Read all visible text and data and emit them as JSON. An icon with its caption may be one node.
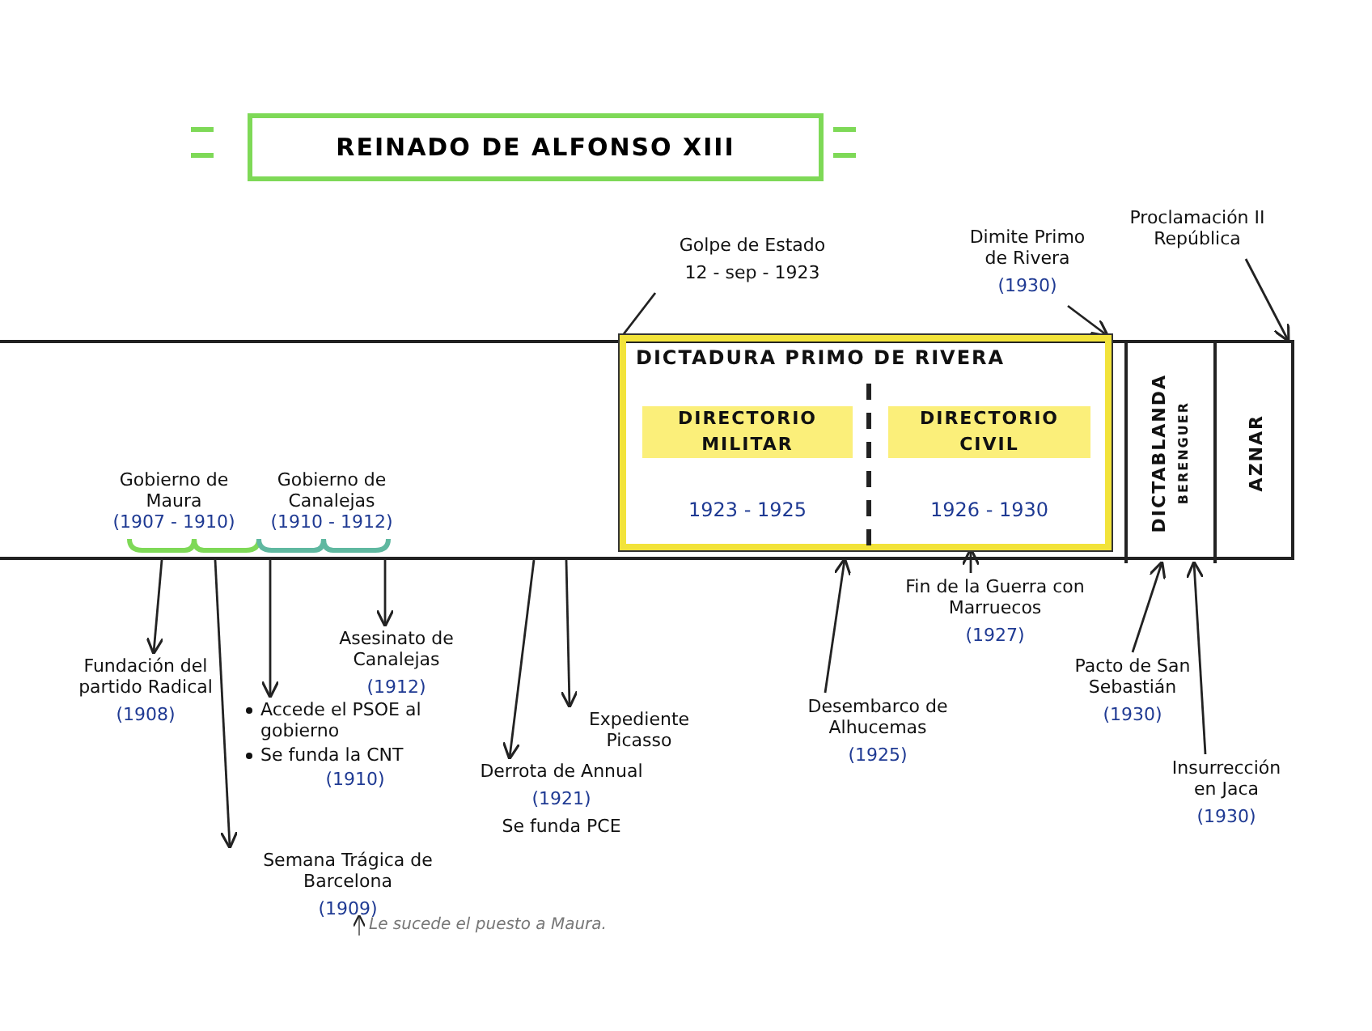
{
  "diagram": {
    "title": "REINADO DE ALFONSO XIII",
    "nodes": [
      {
        "text": [],
        "shape": "bar"
      },
      {
        "text": [
          "DICTADURA PRIMO DE RIVERA"
        ],
        "in": 0
      },
      {
        "text": [
          "DIRECTORIO MILITAR",
          "1923 - 1925"
        ],
        "in": 1
      },
      {
        "text": [
          "DIRECTORIO CIVIL",
          "1926 - 1930"
        ],
        "in": 1
      },
      {
        "text": [
          "DICTABLANDA",
          "BERENGUER"
        ],
        "in": 0
      },
      {
        "text": [
          "AZNAR"
        ],
        "in": 0
      },
      {
        "text": [
          "Fundación del partido Radical",
          "(1908)"
        ]
      },
      {
        "text": [
          "Semana Trágica de Barcelona",
          "(1909)"
        ]
      },
      {
        "text": [
          "Accede el PSOE al gobierno",
          "Se funda la CNT",
          "(1910)"
        ]
      },
      {
        "text": [
          "Asesinato de Canalejas",
          "(1912)"
        ]
      },
      {
        "text": [
          "Derrota de Annual",
          "(1921)",
          "Se funda PCE"
        ]
      },
      {
        "text": [
          "Expediente Picasso"
        ]
      },
      {
        "text": [
          "Desembarco de Alhucemas",
          "(1925)"
        ]
      },
      {
        "text": [
          "Fin de la Guerra con Marruecos",
          "(1927)"
        ]
      },
      {
        "text": [
          "Pacto de San Sebastián",
          "(1930)"
        ]
      },
      {
        "text": [
          "Insurrección en Jaca",
          "(1930)"
        ]
      },
      {
        "text": [
          "Golpe de Estado",
          "12 - sep - 1923"
        ]
      },
      {
        "text": [
          "Dimite Primo de Rivera",
          "(1930)"
        ]
      },
      {
        "text": [
          "Proclamación II República"
        ]
      }
    ],
    "edges": [
      {
        "from": 0,
        "to": 6,
        "arrow": "to"
      },
      {
        "from": 0,
        "to": 7,
        "arrow": "to"
      },
      {
        "from": 0,
        "to": 8,
        "arrow": "to"
      },
      {
        "from": 0,
        "to": 9,
        "arrow": "to"
      },
      {
        "from": 0,
        "to": 10,
        "arrow": "to"
      },
      {
        "from": 0,
        "to": 11,
        "arrow": "to"
      },
      {
        "from": 12,
        "to": 0,
        "arrow": "to"
      },
      {
        "from": 13,
        "to": 1,
        "arrow": "to"
      },
      {
        "from": 14,
        "to": 4,
        "arrow": "to"
      },
      {
        "from": 15,
        "to": 4,
        "arrow": "to"
      },
      {
        "from": 16,
        "to": 1,
        "arrow": "none"
      },
      {
        "from": 17,
        "to": 1,
        "arrow": "to"
      },
      {
        "from": 18,
        "to": 0,
        "arrow": "to"
      }
    ],
    "labels": [
      "Gobierno de Maura",
      "(1907 - 1910)",
      "Gobierno de Canalejas",
      "(1910 - 1912)",
      "Le sucede el puesto a Maura."
    ]
  }
}
